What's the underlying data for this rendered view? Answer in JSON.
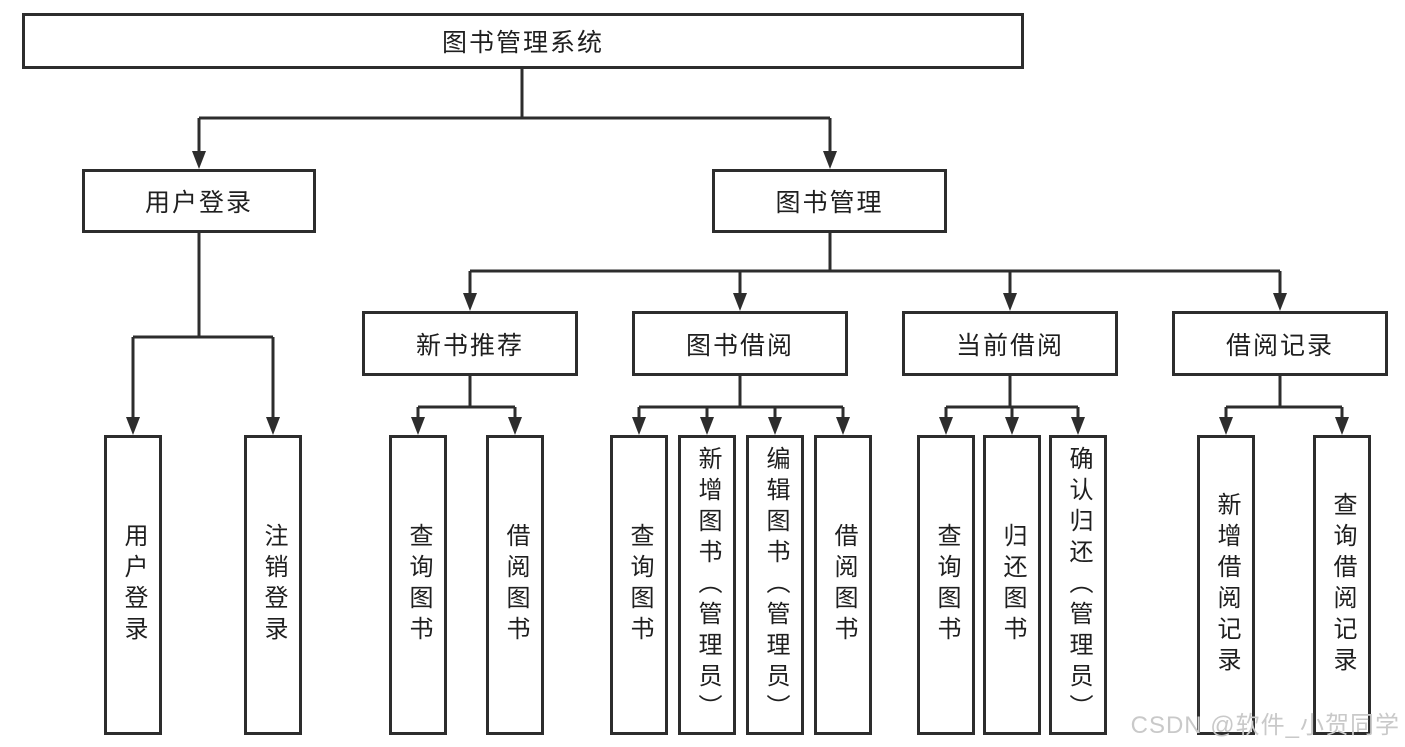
{
  "diagram": {
    "type": "function-structure-tree",
    "root": {
      "label": "图书管理系统"
    },
    "branches": [
      {
        "label": "用户登录",
        "children": [
          {
            "label": "用户登录"
          },
          {
            "label": "注销登录"
          }
        ]
      },
      {
        "label": "图书管理",
        "children": [
          {
            "label": "新书推荐",
            "children": [
              {
                "label": "查询图书"
              },
              {
                "label": "借阅图书"
              }
            ]
          },
          {
            "label": "图书借阅",
            "children": [
              {
                "label": "查询图书"
              },
              {
                "label": "新增图书（管理员）"
              },
              {
                "label": "编辑图书（管理员）"
              },
              {
                "label": "借阅图书"
              }
            ]
          },
          {
            "label": "当前借阅",
            "children": [
              {
                "label": "查询图书"
              },
              {
                "label": "归还图书"
              },
              {
                "label": "确认归还（管理员）"
              }
            ]
          },
          {
            "label": "借阅记录",
            "children": [
              {
                "label": "新增借阅记录"
              },
              {
                "label": "查询借阅记录"
              }
            ]
          }
        ]
      }
    ],
    "colors": {
      "line": "#2d2d2d",
      "box_border": "#2d2d2d",
      "text": "#1f1f1f",
      "background": "#ffffff"
    }
  },
  "watermark": {
    "text": "CSDN @软件_小贺同学",
    "color": "#c9c9c9"
  }
}
